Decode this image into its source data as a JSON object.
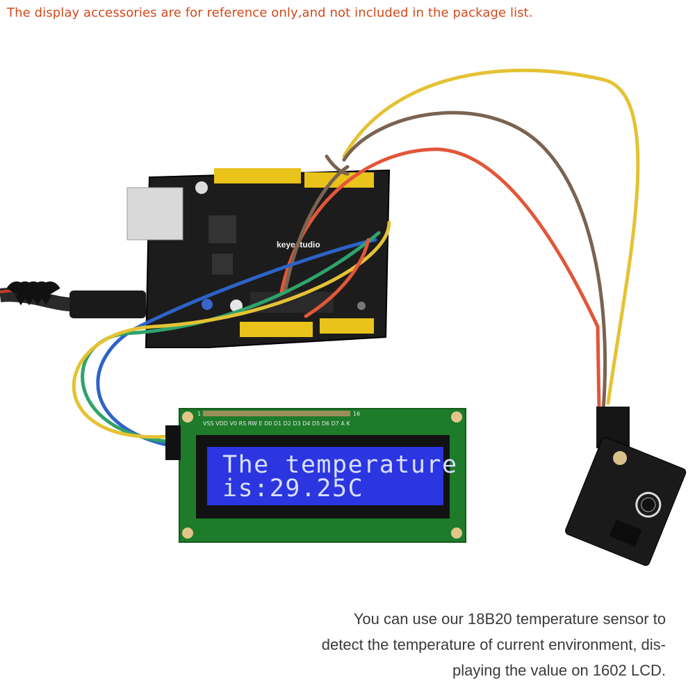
{
  "notice": {
    "text": "The display accessories are for reference only,and not included in the package list."
  },
  "lcd": {
    "line1": "The temperature",
    "line2": "is:29.25C",
    "pin_labels": "VSS VDD V0 RS RW E D0 D1 D2 D3 D4 D5 D6 D7 A K",
    "pin_first": "1",
    "pin_last": "16"
  },
  "board": {
    "brand": "keyestudio"
  },
  "caption": {
    "line1": "You can use our 18B20 temperature sensor to",
    "line2": "detect the temperature of current environment, dis-",
    "line3": "playing the value on 1602 LCD."
  },
  "colors": {
    "notice": "#d2491c",
    "lcd_backlight": "#2b35e0",
    "lcd_pcb": "#1e7b2a",
    "board": "#1c1c1c",
    "header": "#e9c21a"
  }
}
